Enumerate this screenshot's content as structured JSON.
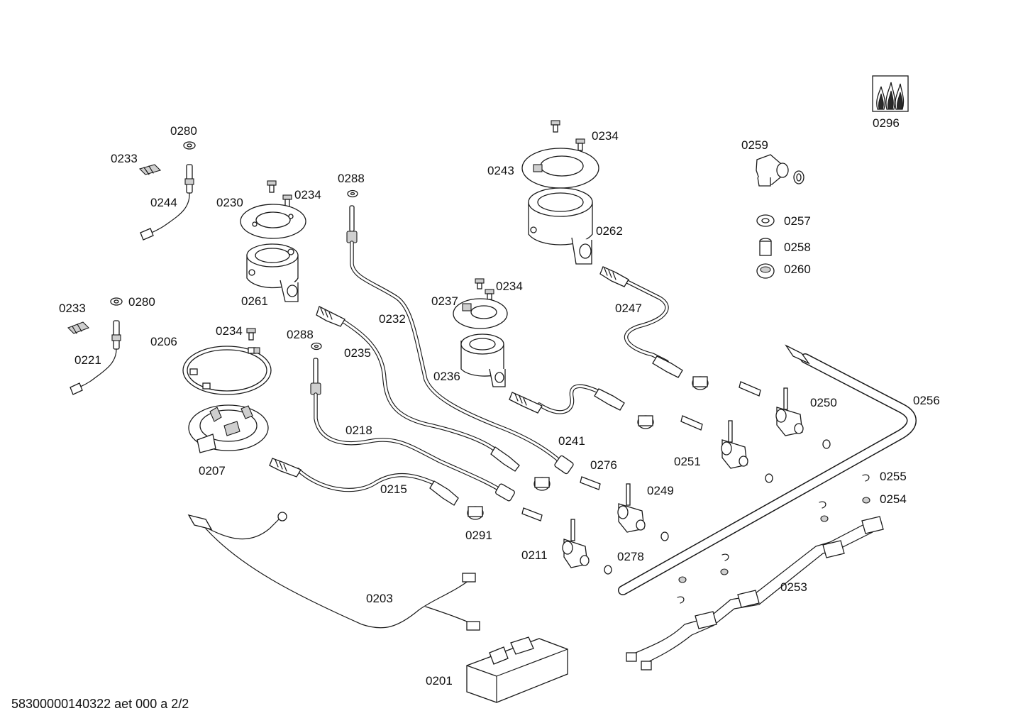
{
  "drawing": {
    "footer": "58300000140322 aet 000 a 2/2",
    "labels": {
      "p0201": "0201",
      "p0203": "0203",
      "p0206": "0206",
      "p0207": "0207",
      "p0211": "0211",
      "p0215": "0215",
      "p0218": "0218",
      "p0221": "0221",
      "p0230": "0230",
      "p0232": "0232",
      "p0233a": "0233",
      "p0233b": "0233",
      "p0234a": "0234",
      "p0234b": "0234",
      "p0234c": "0234",
      "p0234d": "0234",
      "p0235": "0235",
      "p0236": "0236",
      "p0237": "0237",
      "p0241": "0241",
      "p0243": "0243",
      "p0244": "0244",
      "p0247": "0247",
      "p0249": "0249",
      "p0250": "0250",
      "p0251": "0251",
      "p0253": "0253",
      "p0254": "0254",
      "p0255": "0255",
      "p0256": "0256",
      "p0257": "0257",
      "p0258": "0258",
      "p0259": "0259",
      "p0260": "0260",
      "p0261": "0261",
      "p0262": "0262",
      "p0276": "0276",
      "p0278": "0278",
      "p0280a": "0280",
      "p0280b": "0280",
      "p0288a": "0288",
      "p0288b": "0288",
      "p0291": "0291",
      "p0296": "0296"
    }
  }
}
